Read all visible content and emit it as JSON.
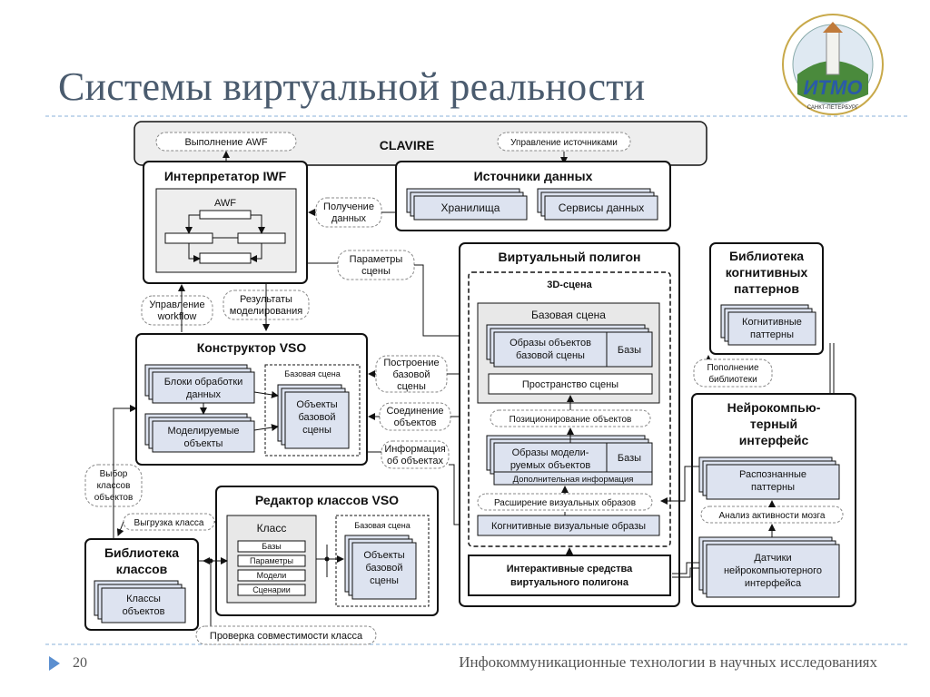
{
  "slide": {
    "title": "Системы виртуальной реальности",
    "page_number": "20",
    "footer": "Инфокоммуникационные технологии в научных исследованиях"
  },
  "logo": {
    "text": "ИТМО",
    "city": "САНКТ-ПЕТЕРБУРГ"
  },
  "diagram": {
    "clavire": "CLAVIRE",
    "awf_exec": "Выполнение AWF",
    "source_mgmt": "Управление источниками",
    "interp": "Интерпретатор IWF",
    "awf": "AWF",
    "data_sources": "Источники данных",
    "storage": "Хранилища",
    "data_services": "Сервисы данных",
    "get_data": [
      "Получение",
      "данных"
    ],
    "scene_params": [
      "Параметры",
      "сцены"
    ],
    "wf_control": [
      "Управление",
      "workflow"
    ],
    "sim_results": [
      "Результаты",
      "моделирования"
    ],
    "constructor": "Конструктор VSO",
    "proc_blocks": [
      "Блоки обработки",
      "данных"
    ],
    "model_objs": [
      "Моделируемые",
      "объекты"
    ],
    "base_scene_small": "Базовая сцена",
    "base_objs": [
      "Объекты",
      "базовой",
      "сцены"
    ],
    "build_base": [
      "Построение",
      "базовой",
      "сцены"
    ],
    "connect_objs": [
      "Соединение",
      "объектов"
    ],
    "obj_info": [
      "Информация",
      "об объектах"
    ],
    "virt_poly": "Виртуальный полигон",
    "scene3d": "3D-сцена",
    "base_scene": "Базовая сцена",
    "base_obj_images": [
      "Образы объектов",
      "базовой сцены"
    ],
    "db": "Базы",
    "scene_space": "Пространство сцены",
    "positioning": "Позиционирование объектов",
    "model_obj_images": [
      "Образы модели-",
      "руемых объектов"
    ],
    "extra_info": "Дополнительная информация",
    "ext_visual": "Расширение визуальных образов",
    "cog_visual": "Когнитивные визуальные образы",
    "interactive": [
      "Интерактивные средства",
      "виртуального полигона"
    ],
    "cog_lib": [
      "Библиотека",
      "когнитивных",
      "паттернов"
    ],
    "cog_patterns": [
      "Когнитивные",
      "паттерны"
    ],
    "lib_update": [
      "Пополнение",
      "библиотеки"
    ],
    "nci": [
      "Нейрокомпью-",
      "терный",
      "интерфейс"
    ],
    "recognized": [
      "Распознанные",
      "паттерны"
    ],
    "brain_analysis": "Анализ активности мозга",
    "sensors": [
      "Датчики",
      "нейрокомпьютерного",
      "интерфейса"
    ],
    "select_classes": [
      "Выбор",
      "классов",
      "объектов"
    ],
    "class_editor": "Редактор классов VSO",
    "class_export": "Выгрузка класса",
    "klass": "Класс",
    "class_fields": [
      "Базы",
      "Параметры",
      "Модели",
      "Сценарии"
    ],
    "class_lib": [
      "Библиотека",
      "классов"
    ],
    "obj_classes": [
      "Классы",
      "объектов"
    ],
    "compat_check": "Проверка совместимости класса"
  },
  "colors": {
    "accent": "#5b8fd0",
    "title": "#4a5b6e",
    "box_fill": "#dde3f0",
    "panel_fill": "#eeeeee"
  }
}
